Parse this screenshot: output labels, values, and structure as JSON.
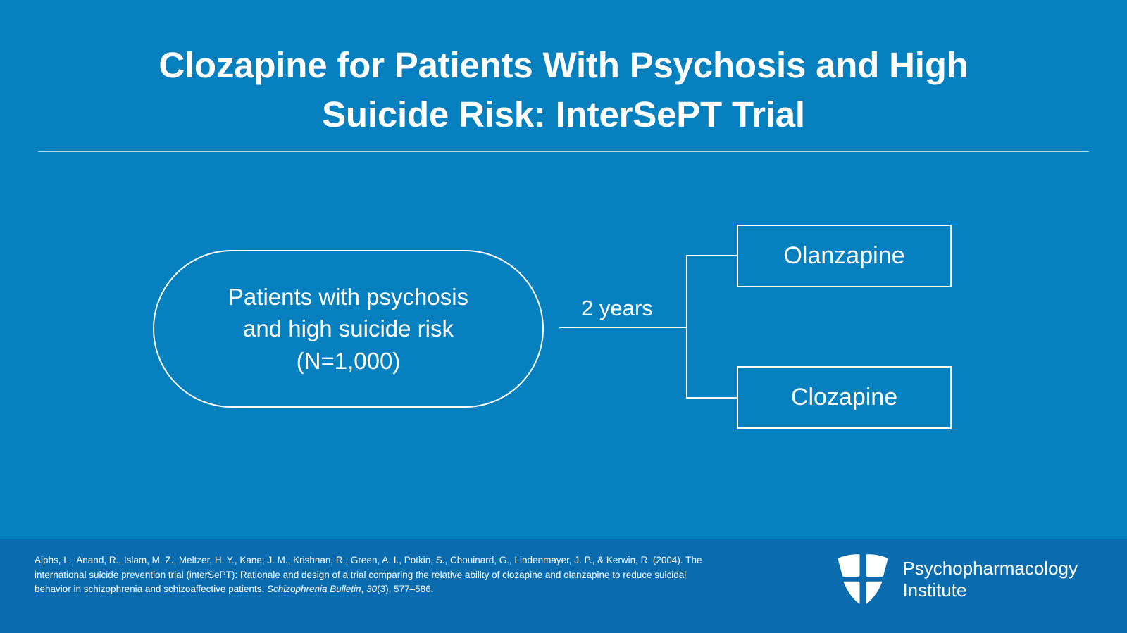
{
  "slide": {
    "background_color": "#0780c0",
    "footer_background_color": "#0a6cae",
    "accent_color": "#ffffff",
    "title": "Clozapine for Patients With Psychosis and High Suicide Risk: InterSePT Trial"
  },
  "diagram": {
    "population": {
      "label": "Patients with psychosis\nand high suicide risk\n(N=1,000)",
      "line1": "Patients with psychosis",
      "line2": "and high suicide risk",
      "line3": "(N=1,000)",
      "n": "1,000"
    },
    "duration_label": "2 years",
    "arms": [
      {
        "label": "Olanzapine"
      },
      {
        "label": "Clozapine"
      }
    ]
  },
  "footer": {
    "citation": {
      "authors": "Alphs, L., Anand, R., Islam, M. Z., Meltzer, H. Y., Kane, J. M., Krishnan, R., Green, A. I., Potkin, S., Chouinard, G., Lindenmayer, J. P., & Kerwin, R.",
      "year": "(2004).",
      "article_title": "The international suicide prevention trial (interSePT): Rationale and design of a trial comparing the relative ability of clozapine and olanzapine to reduce suicidal behavior in schizophrenia and schizoaffective patients.",
      "journal": "Schizophrenia Bulletin",
      "volume": "30",
      "issue": "(3),",
      "pages": "577–586.",
      "full_text": "Alphs, L., Anand, R., Islam, M. Z., Meltzer, H. Y., Kane, J. M., Krishnan, R., Green, A. I., Potkin, S., Chouinard, G., Lindenmayer, J. P., & Kerwin, R. (2004). The international suicide prevention trial (interSePT): Rationale and design of a trial comparing the relative ability of clozapine and olanzapine to reduce suicidal behavior in schizophrenia and schizoaffective patients. Schizophrenia Bulletin, 30(3), 577–586."
    },
    "brand": {
      "logo_icon": "shield-icon",
      "name_line1": "Psychopharmacology",
      "name_line2": "Institute"
    }
  }
}
